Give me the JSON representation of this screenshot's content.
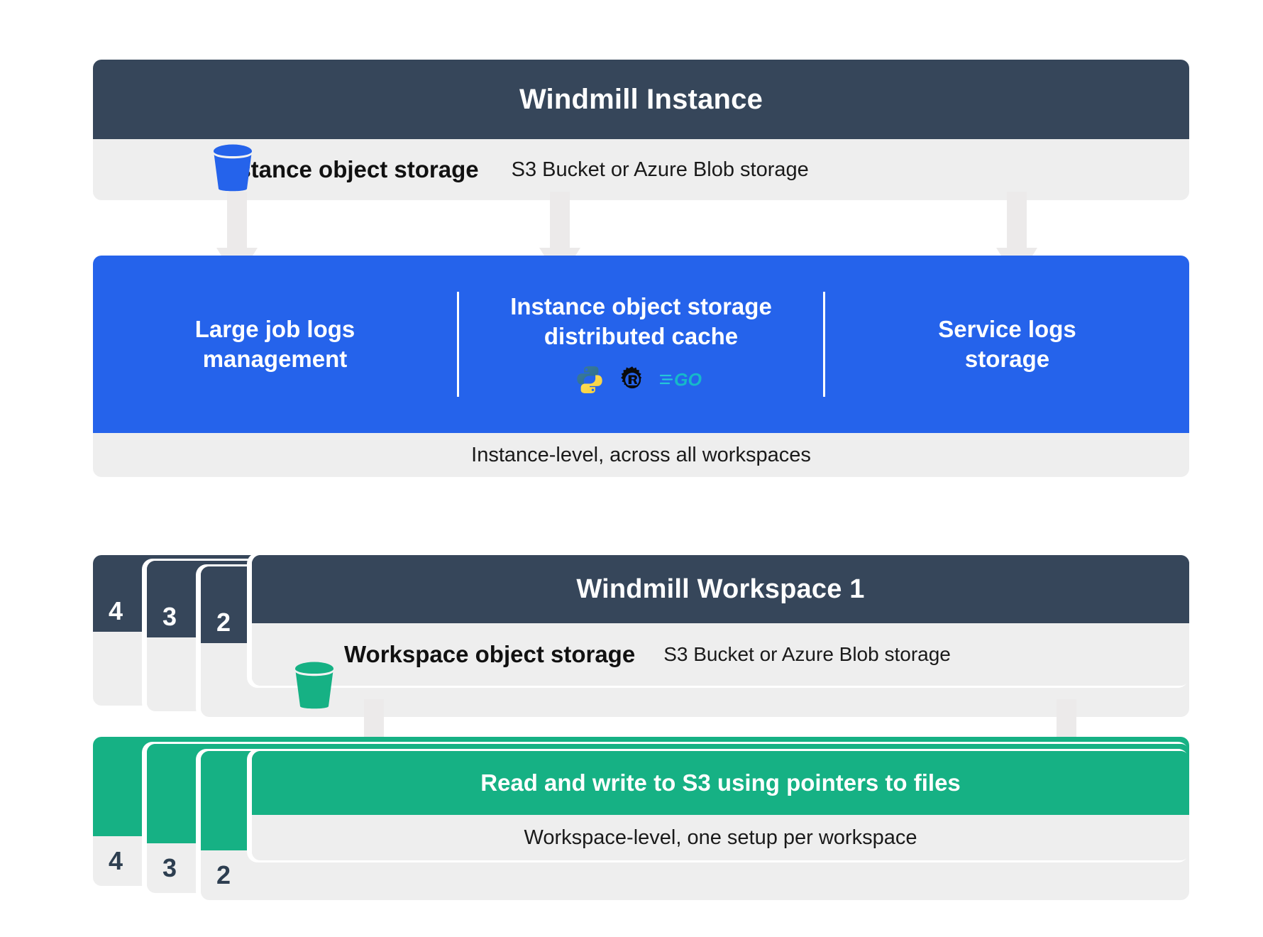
{
  "colors": {
    "dark_navy": "#36465a",
    "light_gray": "#eeeeee",
    "blue": "#2563eb",
    "green": "#16b184",
    "arrow_gray": "#eceaea",
    "white": "#ffffff"
  },
  "instance": {
    "title": "Windmill Instance",
    "storage": {
      "icon": "bucket-icon",
      "label": "Instance object storage",
      "sublabel": "S3 Bucket or Azure Blob storage"
    },
    "capabilities": [
      {
        "label": "Large job logs\nmanagement",
        "line1": "Large job logs",
        "line2": "management",
        "languages": []
      },
      {
        "label": "Instance object storage\ndistributed cache",
        "line1": "Instance object storage",
        "line2": "distributed cache",
        "languages": [
          "python-logo",
          "rust-logo",
          "go-logo"
        ]
      },
      {
        "label": "Service logs\nstorage",
        "line1": "Service logs",
        "line2": "storage",
        "languages": []
      }
    ],
    "footer": "Instance-level, across all workspaces"
  },
  "workspace": {
    "title": "Windmill Workspace 1",
    "stack_tabs": [
      "4",
      "3",
      "2"
    ],
    "storage": {
      "icon": "bucket-icon",
      "label": "Workspace object storage",
      "sublabel": "S3 Bucket or Azure Blob storage"
    },
    "banner": "Read and write to S3 using pointers to files",
    "green_stack_tabs": [
      "4",
      "3",
      "2"
    ],
    "footer": "Workspace-level, one setup per workspace"
  }
}
